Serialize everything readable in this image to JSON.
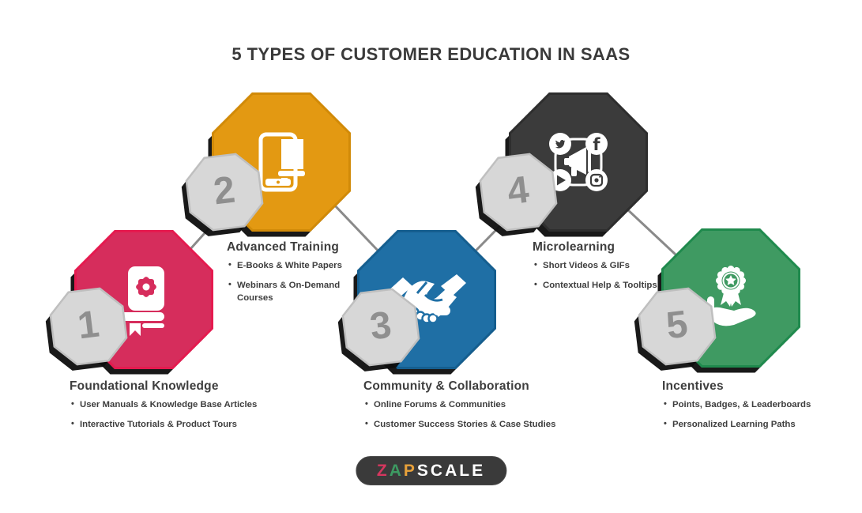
{
  "title": "5 TYPES OF CUSTOMER EDUCATION IN SAAS",
  "items": [
    {
      "number": "1",
      "heading": "Foundational Knowledge",
      "bullets": [
        "User Manuals & Knowledge Base Articles",
        "Interactive Tutorials & Product Tours"
      ],
      "color": "#D62D5C",
      "border": "#E51A4F",
      "icon": "book-gear-icon"
    },
    {
      "number": "2",
      "heading": "Advanced Training",
      "bullets": [
        "E-Books & White Papers",
        "Webinars & On-Demand Courses"
      ],
      "color": "#E39912",
      "border": "#D18A08",
      "icon": "tablet-document-icon"
    },
    {
      "number": "3",
      "heading": "Community & Collaboration",
      "bullets": [
        "Online Forums & Communities",
        "Customer Success Stories & Case Studies"
      ],
      "color": "#1F6FA5",
      "border": "#155E8F",
      "icon": "handshake-icon"
    },
    {
      "number": "4",
      "heading": "Microlearning",
      "bullets": [
        "Short Videos & GIFs",
        "Contextual Help & Tooltips"
      ],
      "color": "#3B3B3B",
      "border": "#2E2E2E",
      "icon": "social-media-icon"
    },
    {
      "number": "5",
      "heading": "Incentives",
      "bullets": [
        "Points, Badges, & Leaderboards",
        "Personalized Learning Paths"
      ],
      "color": "#3F9A62",
      "border": "#1F8A4D",
      "icon": "award-hand-icon"
    }
  ],
  "logo": {
    "z": "Z",
    "a": "A",
    "p": "P",
    "scale": "SCALE"
  },
  "palette": {
    "title_text": "#3A3A3A",
    "body_text": "#3E3E3E",
    "connector_line": "#8A8A8A",
    "shadow": "#0D0D0D",
    "badge_fill": "#D7D7D7",
    "badge_border": "#BFBFBF",
    "badge_number": "#8F8F8F",
    "logo_background": "#3A3A3A",
    "logo_z": "#D5375F",
    "logo_a": "#3D9A62",
    "logo_p": "#E8A13A",
    "logo_scale": "#FFFFFF",
    "background": "#FFFFFF"
  }
}
